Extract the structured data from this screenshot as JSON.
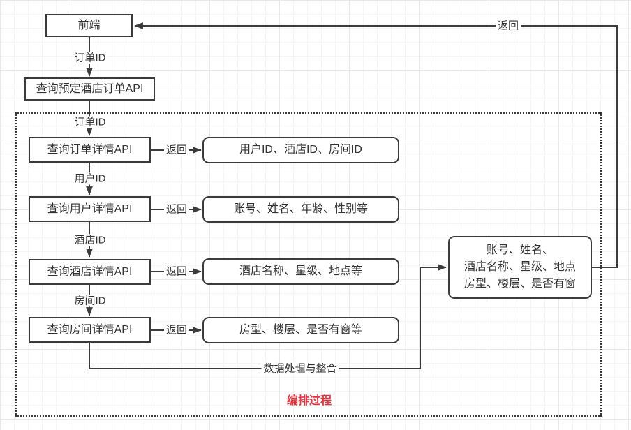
{
  "diagram": {
    "nodes": {
      "frontend": "前端",
      "query_booking_order_api": "查询预定酒店订单API",
      "query_order_detail_api": "查询订单详情API",
      "query_user_detail_api": "查询用户详情API",
      "query_hotel_detail_api": "查询酒店详情API",
      "query_room_detail_api": "查询房间详情API",
      "order_detail_result": "用户ID、酒店ID、房间ID",
      "user_detail_result": "账号、姓名、年龄、性别等",
      "hotel_detail_result": "酒店名称、星级、地点等",
      "room_detail_result": "房型、楼层、是否有窗等",
      "merged_result_line1": "账号、姓名、",
      "merged_result_line2": "酒店名称、星级、地点",
      "merged_result_line3": "房型、楼层、是否有窗"
    },
    "edge_labels": {
      "order_id_to_booking_api": "订单ID",
      "order_id_to_order_detail": "订单ID",
      "user_id": "用户ID",
      "hotel_id": "酒店ID",
      "room_id": "房间ID",
      "return_to_frontend": "返回",
      "return_order_detail": "返回",
      "return_user_detail": "返回",
      "return_hotel_detail": "返回",
      "return_room_detail": "返回",
      "data_processing": "数据处理与整合"
    },
    "container": {
      "title": "编排过程"
    },
    "colors": {
      "stroke": "#3b3b3b",
      "text": "#333333",
      "container_title": "#e8333e",
      "node_fill": "#ffffff",
      "grid_minor": "#f5f5f5",
      "grid_major": "#e9e9e9"
    }
  }
}
